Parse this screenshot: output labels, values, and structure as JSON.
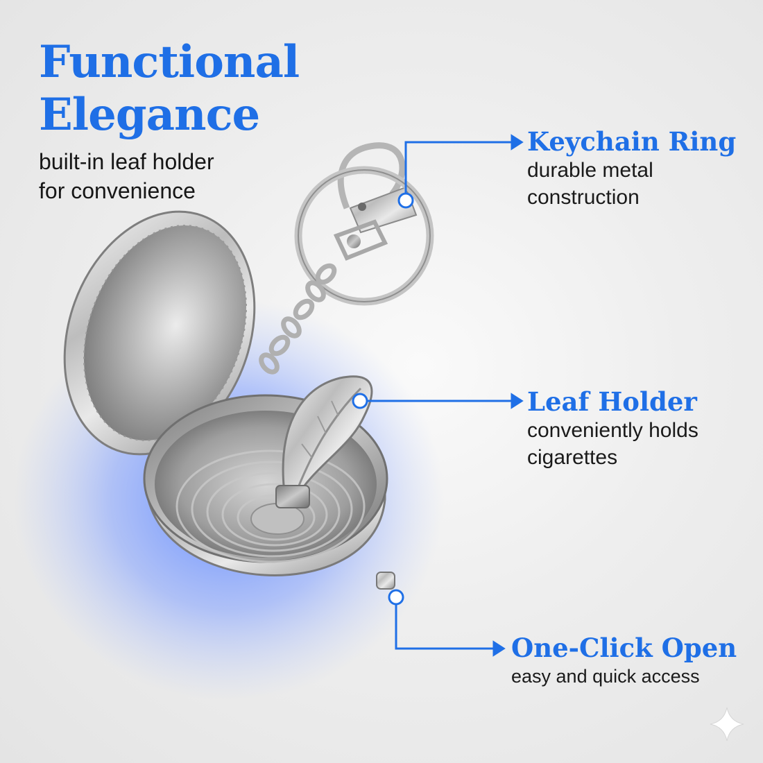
{
  "headline": {
    "line1": "Functional",
    "line2": "Elegance",
    "sub_line1": "built-in leaf holder",
    "sub_line2": "for convenience"
  },
  "callouts": [
    {
      "title": "Keychain Ring",
      "desc_line1": "durable metal",
      "desc_line2": "construction"
    },
    {
      "title": "Leaf Holder",
      "desc_line1": "conveniently holds",
      "desc_line2": "cigarettes"
    },
    {
      "title": "One-Click Open",
      "desc_line1": "easy and quick access"
    }
  ],
  "colors": {
    "accent": "#1f6fe6",
    "text": "#161616",
    "background": "#ececec",
    "metal": "#c8c8c8"
  },
  "icons": [
    "sparkle-icon"
  ]
}
